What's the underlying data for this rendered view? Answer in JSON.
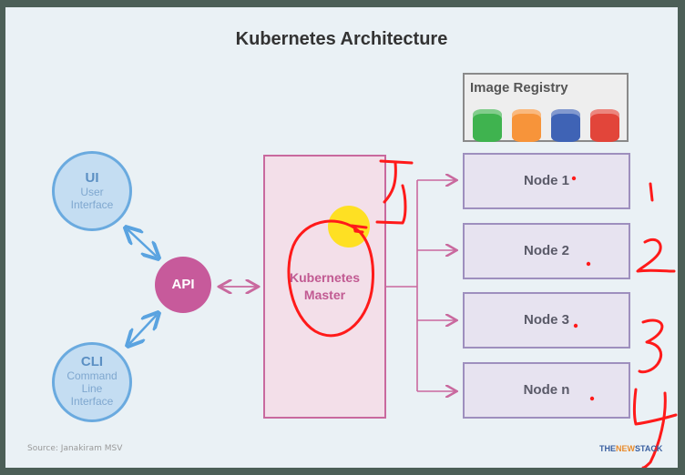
{
  "title": "Kubernetes Architecture",
  "clients": {
    "ui": {
      "heading": "UI",
      "lines": [
        "User",
        "Interface"
      ]
    },
    "cli": {
      "heading": "CLI",
      "lines": [
        "Command",
        "Line",
        "Interface"
      ]
    }
  },
  "api_label": "API",
  "master_lines": [
    "Kubernetes",
    "Master"
  ],
  "registry": {
    "label": "Image Registry",
    "colors": [
      "#3fb34f",
      "#f7943a",
      "#3f63b5",
      "#e2453a"
    ]
  },
  "nodes": [
    "Node 1",
    "Node 2",
    "Node 3",
    "Node n"
  ],
  "source": "Source: Janakiram MSV",
  "brand": {
    "left": "THE",
    "mid": "NEW",
    "right": "STACK"
  },
  "colors": {
    "client_blue": "#6aaadf",
    "api_pink": "#c75a9b",
    "master_border": "#c9699e",
    "node_border": "#9e8fbe",
    "annotation_red": "#ff1a1a",
    "highlight_yellow": "#ffe100"
  },
  "annotations": {
    "numbers": [
      "1",
      "2",
      "3",
      "4"
    ]
  }
}
